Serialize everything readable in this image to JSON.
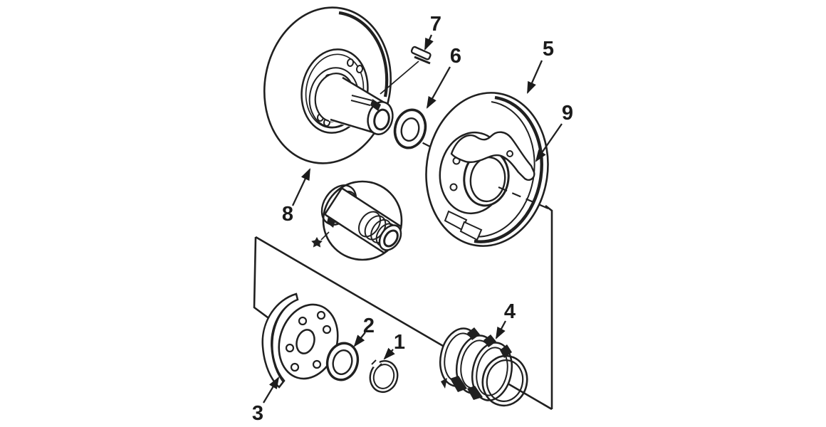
{
  "diagram": {
    "type": "exploded-parts-line-drawing",
    "background_color": "#ffffff",
    "line_color": "#202020",
    "inset_marker": "✱",
    "callouts": [
      {
        "label": "1"
      },
      {
        "label": "2"
      },
      {
        "label": "3"
      },
      {
        "label": "4"
      },
      {
        "label": "5"
      },
      {
        "label": "6"
      },
      {
        "label": "7"
      },
      {
        "label": "8"
      },
      {
        "label": "9"
      }
    ]
  }
}
